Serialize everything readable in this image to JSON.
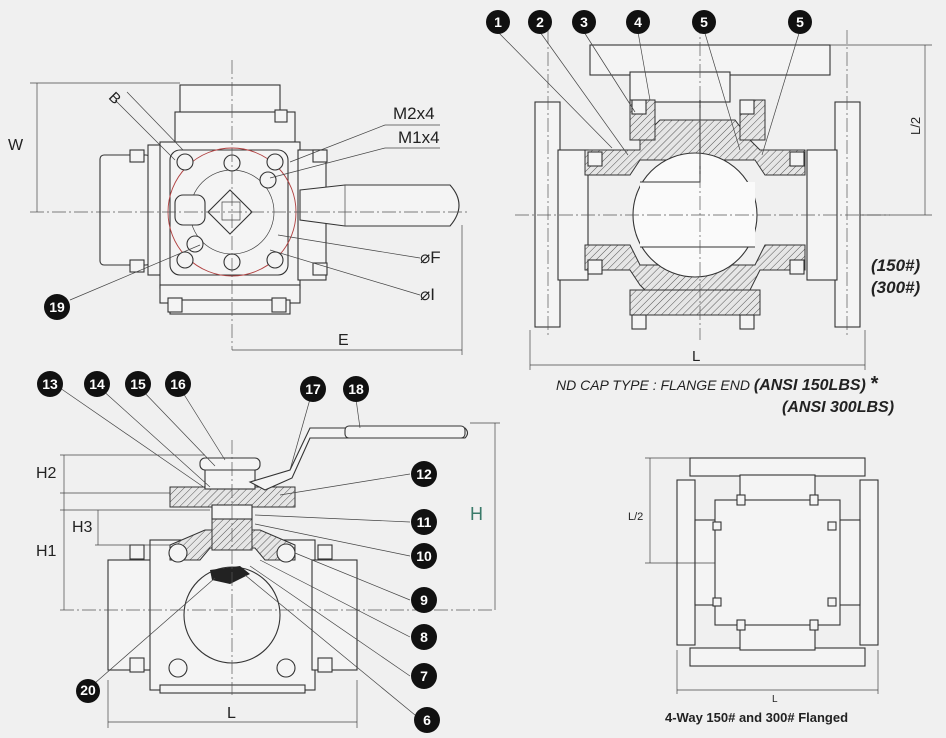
{
  "labels": {
    "top_left": {
      "W": "W",
      "B": "B",
      "M2": "M2x4",
      "M1": "M1x4",
      "F": "⌀F",
      "I": "⌀I",
      "E": "E"
    },
    "top_right": {
      "L2": "L/2",
      "L": "L",
      "p150": "(150#)",
      "p300": "(300#)"
    },
    "endcap_prefix": "ND CAP TYPE : FLANGE END ",
    "endcap_150": "(ANSI 150LBS)",
    "endcap_star": "*",
    "endcap_300": "(ANSI 300LBS)",
    "bottom_left": {
      "H2": "H2",
      "H3": "H3",
      "H1": "H1",
      "H": "H",
      "L": "L"
    },
    "bottom_right": {
      "L2": "L/2",
      "L": "L",
      "caption": "4-Way 150# and 300# Flanged"
    }
  },
  "callouts": {
    "n1": "1",
    "n2": "2",
    "n3": "3",
    "n4": "4",
    "n5a": "5",
    "n5b": "5",
    "n6": "6",
    "n7": "7",
    "n8": "8",
    "n9": "9",
    "n10": "10",
    "n11": "11",
    "n12": "12",
    "n13": "13",
    "n14": "14",
    "n15": "15",
    "n16": "16",
    "n17": "17",
    "n18": "18",
    "n19": "19",
    "n20": "20"
  }
}
